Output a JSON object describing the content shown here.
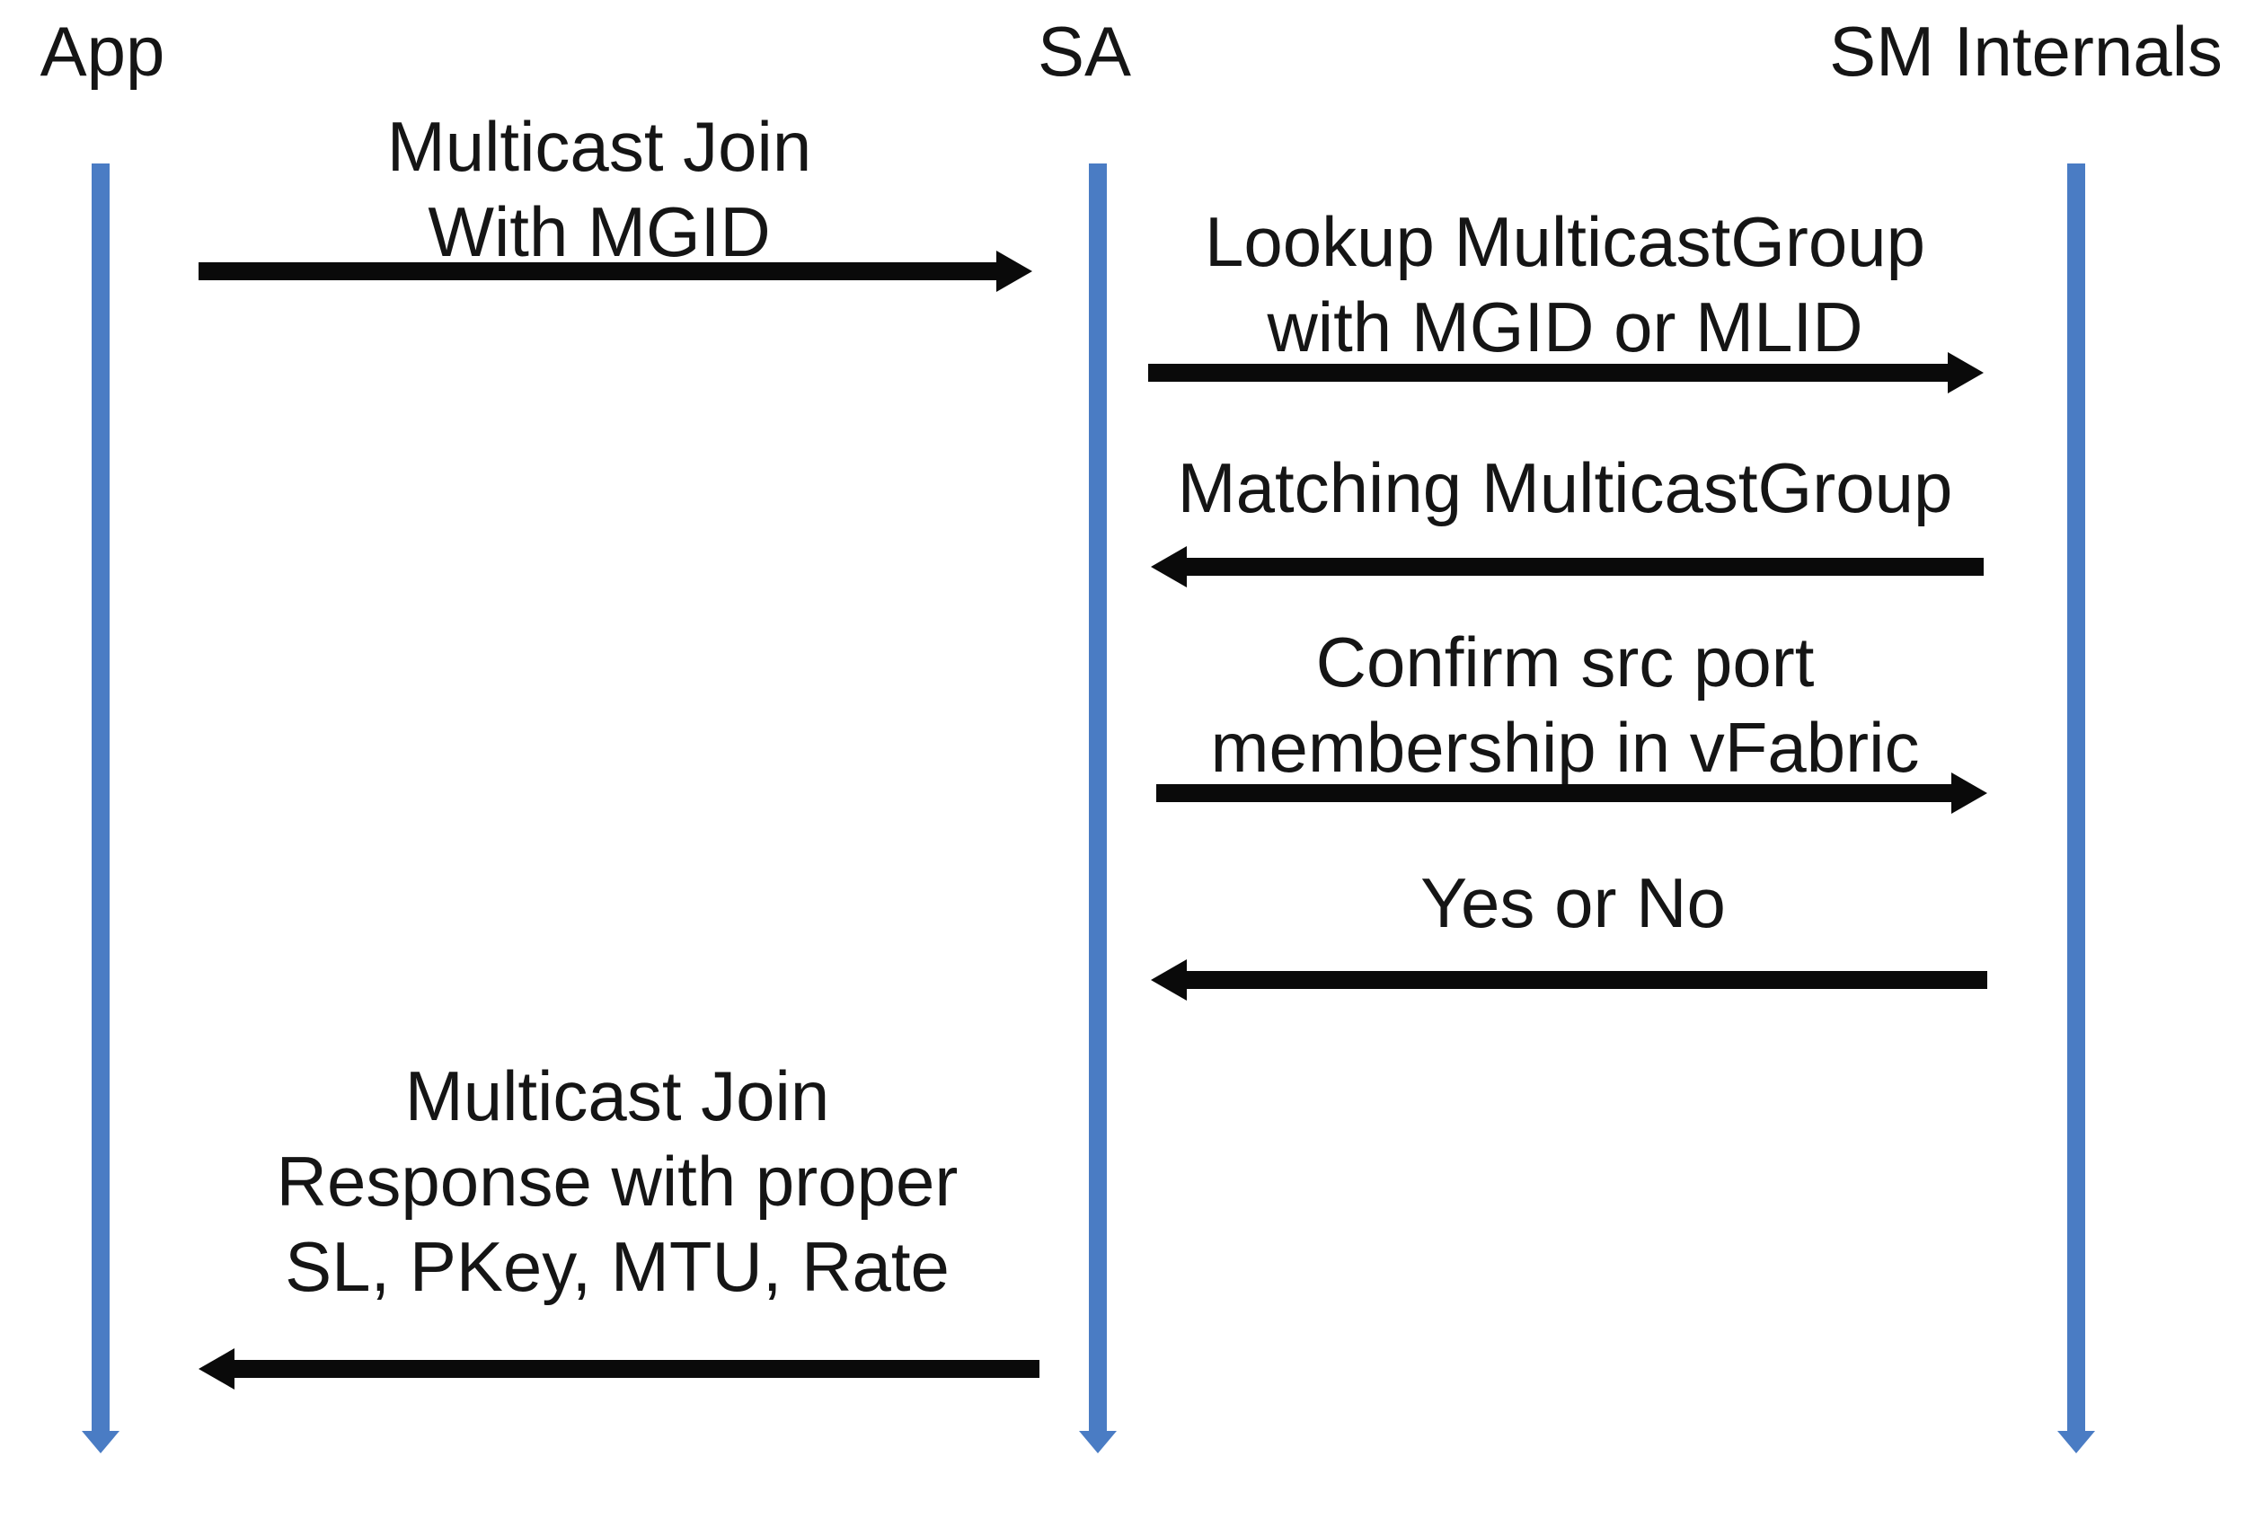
{
  "colors": {
    "lifeline": "#4a7cc4",
    "arrow": "#0a0a0a",
    "text": "#151515",
    "bg": "#ffffff"
  },
  "actors": [
    {
      "label": "App"
    },
    {
      "label": "SA"
    },
    {
      "label": "SM Internals"
    }
  ],
  "messages": [
    {
      "from": "App",
      "to": "SA",
      "direction": "right",
      "lines": [
        "Multicast Join",
        "With MGID"
      ]
    },
    {
      "from": "SA",
      "to": "SM Internals",
      "direction": "right",
      "lines": [
        "Lookup MulticastGroup",
        "with MGID or MLID"
      ]
    },
    {
      "from": "SM Internals",
      "to": "SA",
      "direction": "left",
      "lines": [
        "Matching MulticastGroup"
      ]
    },
    {
      "from": "SA",
      "to": "SM Internals",
      "direction": "right",
      "lines": [
        "Confirm src port",
        "membership in vFabric"
      ]
    },
    {
      "from": "SM Internals",
      "to": "SA",
      "direction": "left",
      "lines": [
        "Yes or No"
      ]
    },
    {
      "from": "SA",
      "to": "App",
      "direction": "left",
      "lines": [
        "Multicast Join",
        "Response with proper",
        "SL, PKey, MTU, Rate"
      ]
    }
  ]
}
